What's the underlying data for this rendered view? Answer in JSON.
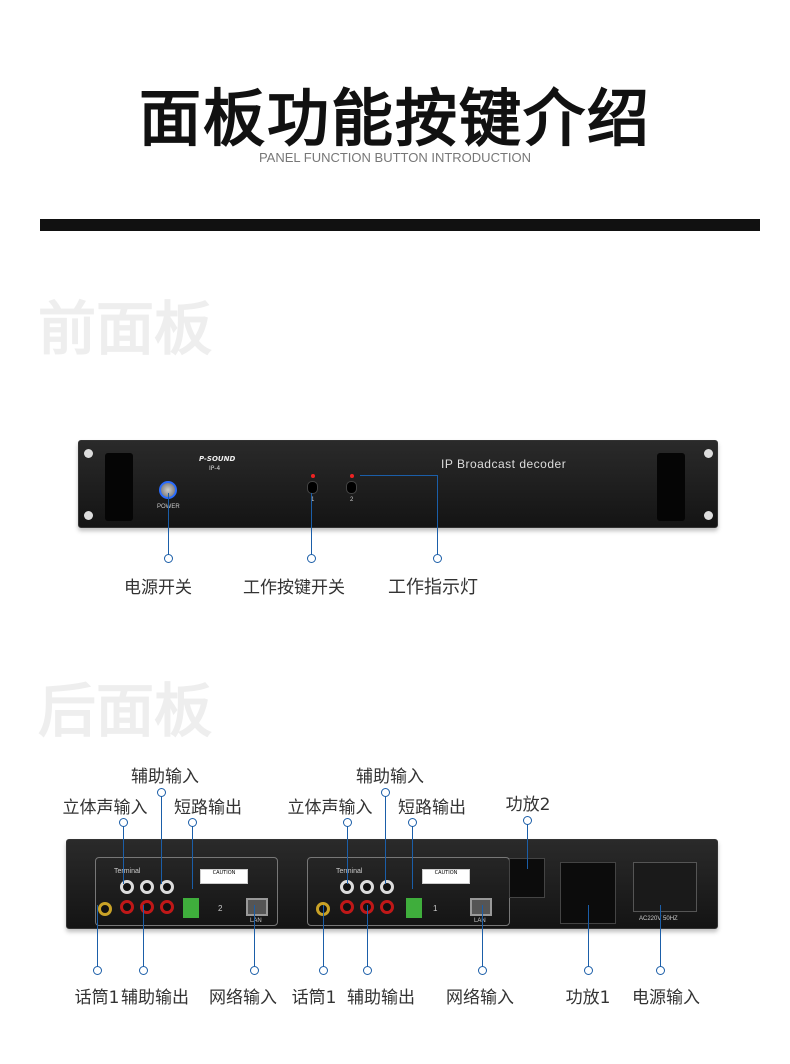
{
  "header": {
    "title": "面板功能按键介绍",
    "subtitle": "PANEL FUNCTION BUTTON INTRODUCTION"
  },
  "front": {
    "section_title": "前面板",
    "device": {
      "brand": "P-SOUND",
      "model": "IP-4",
      "name": "IP Broadcast decoder",
      "power_label": "POWER",
      "button_1": "1",
      "button_2": "2"
    },
    "callouts": [
      "电源开关",
      "工作按键开关",
      "工作指示灯"
    ]
  },
  "rear": {
    "section_title": "后面板",
    "device": {
      "terminal": "Terminal",
      "caution": "CAUTION",
      "lan": "LAN",
      "ch2": "2",
      "ch1": "1",
      "power_rating": "AC220V 50HZ"
    },
    "top_callouts": [
      "辅助输入",
      "立体声输入",
      "短路输出",
      "辅助输入",
      "立体声输入",
      "短路输出",
      "功放2"
    ],
    "bottom_callouts": [
      "话筒1",
      "辅助输出",
      "网络输入",
      "话筒1",
      "辅助输出",
      "网络输入",
      "功放1",
      "电源输入"
    ]
  },
  "colors": {
    "accent": "#1b5ea8"
  }
}
